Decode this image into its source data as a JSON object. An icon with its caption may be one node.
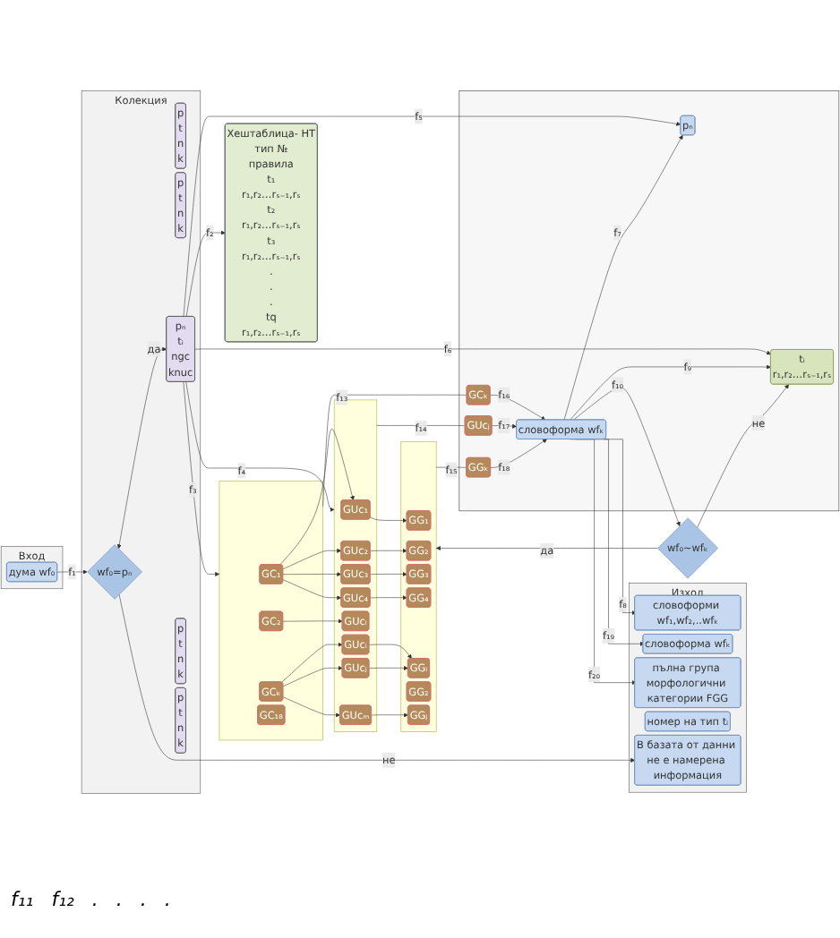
{
  "diagram": {
    "nodes": [
      {
        "text": [
          "Вход"
        ]
      },
      {
        "text": [
          "дума wf₀"
        ],
        "in": 0
      },
      {
        "text": [
          "Колекция"
        ]
      },
      {
        "text": [
          "p",
          "t",
          "n",
          "k"
        ],
        "in": 2
      },
      {
        "text": [
          "p",
          "t",
          "n",
          "k"
        ],
        "in": 2
      },
      {
        "text": [
          "wf₀=pₙ"
        ],
        "in": 2
      },
      {
        "text": [
          "pₙ",
          "tᵢ",
          "ngc",
          "knuc"
        ],
        "in": 2
      },
      {
        "text": [
          "p",
          "t",
          "n",
          "k"
        ],
        "in": 2
      },
      {
        "text": [
          "p",
          "t",
          "n",
          "k"
        ],
        "in": 2
      },
      {
        "text": [
          "Хештаблица- HT",
          "тип №",
          "правила",
          "t₁",
          "r₁,r₂…rₛ₋₁,rₛ",
          "t₂",
          "r₁,r₂…rₛ₋₁,rₛ",
          "t₃",
          "r₁,r₂…rₛ₋₁,rₛ",
          ".",
          ".",
          ".",
          "tq",
          "r₁,r₂…rₛ₋₁,rₛ"
        ]
      },
      {
        "text": [
          "Изход"
        ]
      },
      {
        "text": [
          "В базата от данни не е намерена информация"
        ],
        "in": 10
      },
      {
        "text": [
          "словоформи wf₁,wf₂,..wfₖ"
        ],
        "in": 10
      },
      {
        "text": [
          "словоформа wfₖ"
        ],
        "in": 10
      },
      {
        "text": [
          "пълна група морфологични категории FGG"
        ],
        "in": 10
      },
      {
        "text": [
          "номер на тип tᵢ"
        ],
        "in": 10
      },
      {
        "text": [],
        "shape": "box"
      },
      {
        "text": [
          "pₙ"
        ],
        "in": 16
      },
      {
        "text": [
          "tᵢ",
          "r₁,r₂…rₛ₋₁,rₛ"
        ],
        "in": 16
      },
      {
        "text": [
          "словоформа wfₖ"
        ],
        "in": 16
      },
      {
        "text": [
          "GCₖ"
        ],
        "in": 16
      },
      {
        "text": [
          "GUcⱼ"
        ],
        "in": 16
      },
      {
        "text": [
          "GGₖ"
        ],
        "in": 16
      },
      {
        "text": [
          "wf₀~wfₖ"
        ]
      },
      {
        "text": [],
        "shape": "box"
      },
      {
        "text": [
          "GC₁"
        ],
        "in": 24
      },
      {
        "text": [
          "GC₂"
        ],
        "in": 24
      },
      {
        "text": [
          "GCₖ"
        ],
        "in": 24
      },
      {
        "text": [
          "GC₁₈"
        ],
        "in": 24
      },
      {
        "text": [],
        "shape": "box"
      },
      {
        "text": [
          "GUc₁"
        ],
        "in": 29
      },
      {
        "text": [
          "GUc₂"
        ],
        "in": 29
      },
      {
        "text": [
          "GUc₃"
        ],
        "in": 29
      },
      {
        "text": [
          "GUc₄"
        ],
        "in": 29
      },
      {
        "text": [
          "GUcₗ"
        ],
        "in": 29
      },
      {
        "text": [
          "GUcᵢ"
        ],
        "in": 29
      },
      {
        "text": [
          "GUcⱼ"
        ],
        "in": 29
      },
      {
        "text": [
          "GUcₘ"
        ],
        "in": 29
      },
      {
        "text": [],
        "shape": "box"
      },
      {
        "text": [
          "GG₁"
        ],
        "in": 38
      },
      {
        "text": [
          "GG₂"
        ],
        "in": 38
      },
      {
        "text": [
          "GG₃"
        ],
        "in": 38
      },
      {
        "text": [
          "GG₄"
        ],
        "in": 38
      },
      {
        "text": [
          "GGᵢ"
        ],
        "in": 38
      },
      {
        "text": [
          "GG₂"
        ],
        "in": 38
      },
      {
        "text": [
          "GGⱼ"
        ],
        "in": 38
      }
    ],
    "edges": [
      {
        "from": 1,
        "to": 5,
        "arrow": "to",
        "label": "f₁"
      },
      {
        "from": 5,
        "to": 6,
        "arrow": "both",
        "label": "да"
      },
      {
        "from": 5,
        "to": 11,
        "arrow": "to",
        "label": "не"
      },
      {
        "from": 6,
        "to": 9,
        "arrow": "to",
        "label": "f₂"
      },
      {
        "from": 6,
        "to": 24,
        "arrow": "to",
        "label": "f₃"
      },
      {
        "from": 6,
        "to": 29,
        "arrow": "to",
        "label": "f₄"
      },
      {
        "from": 6,
        "to": 17,
        "arrow": "to",
        "label": "f₅"
      },
      {
        "from": 6,
        "to": 18,
        "arrow": "to",
        "label": "f₆"
      },
      {
        "from": 19,
        "to": 17,
        "arrow": "to",
        "label": "f₇"
      },
      {
        "from": 19,
        "to": 18,
        "arrow": "to",
        "label": "f₉"
      },
      {
        "from": 19,
        "to": 12,
        "arrow": "to",
        "label": "f₈"
      },
      {
        "from": 19,
        "to": 13,
        "arrow": "to",
        "label": "f₁₉"
      },
      {
        "from": 19,
        "to": 14,
        "arrow": "to",
        "label": "f₂₀"
      },
      {
        "from": 19,
        "to": 23,
        "arrow": "to",
        "label": "f₁₀"
      },
      {
        "from": 20,
        "to": 19,
        "arrow": "to",
        "label": "f₁₆"
      },
      {
        "from": 21,
        "to": 19,
        "arrow": "to",
        "label": "f₁₇"
      },
      {
        "from": 22,
        "to": 19,
        "arrow": "to",
        "label": "f₁₈"
      },
      {
        "from": 23,
        "to": 18,
        "arrow": "to",
        "label": "не"
      },
      {
        "from": 23,
        "to": 38,
        "arrow": "to",
        "label": "да"
      },
      {
        "from": 24,
        "to": 20,
        "arrow": "none",
        "label": "f₁₃"
      },
      {
        "from": 29,
        "to": 21,
        "arrow": "none",
        "label": "f₁₄"
      },
      {
        "from": 38,
        "to": 22,
        "arrow": "none",
        "label": "f₁₅"
      },
      {
        "from": 25,
        "to": 30,
        "arrow": "to"
      },
      {
        "from": 25,
        "to": 31,
        "arrow": "to"
      },
      {
        "from": 25,
        "to": 32,
        "arrow": "to"
      },
      {
        "from": 25,
        "to": 33,
        "arrow": "to"
      },
      {
        "from": 26,
        "to": 34,
        "arrow": "to"
      },
      {
        "from": 27,
        "to": 35,
        "arrow": "to"
      },
      {
        "from": 27,
        "to": 36,
        "arrow": "to"
      },
      {
        "from": 27,
        "to": 37,
        "arrow": "to"
      },
      {
        "from": 30,
        "to": 39,
        "arrow": "to"
      },
      {
        "from": 31,
        "to": 40,
        "arrow": "to"
      },
      {
        "from": 32,
        "to": 41,
        "arrow": "to"
      },
      {
        "from": 33,
        "to": 42,
        "arrow": "to"
      },
      {
        "from": 35,
        "to": 43,
        "arrow": "to"
      },
      {
        "from": 36,
        "to": 43,
        "arrow": "to"
      },
      {
        "from": 37,
        "to": 45,
        "arrow": "to"
      }
    ],
    "labels": [
      "f₁₁",
      "f₁₂",
      ".",
      ".",
      ".",
      "."
    ]
  }
}
